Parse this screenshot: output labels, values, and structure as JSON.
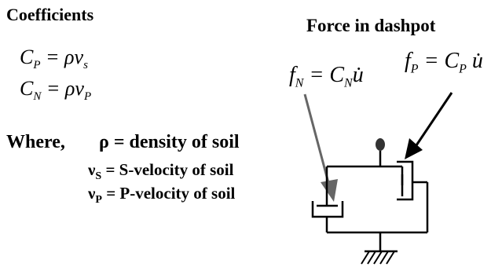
{
  "coefficients": {
    "heading": "Coefficients",
    "cp_equation": "C_P = ρv_s",
    "cn_equation": "C_N = ρv_P"
  },
  "definitions": {
    "where_label": "Where,",
    "rho": "ρ = density of soil",
    "vs": "v_S = S-velocity of soil",
    "vp": "v_P = P-velocity of soil"
  },
  "force": {
    "heading": "Force in dashpot",
    "fn_equation": "f_N = C_N u̇",
    "fp_equation": "f_P = C_P u̇"
  }
}
